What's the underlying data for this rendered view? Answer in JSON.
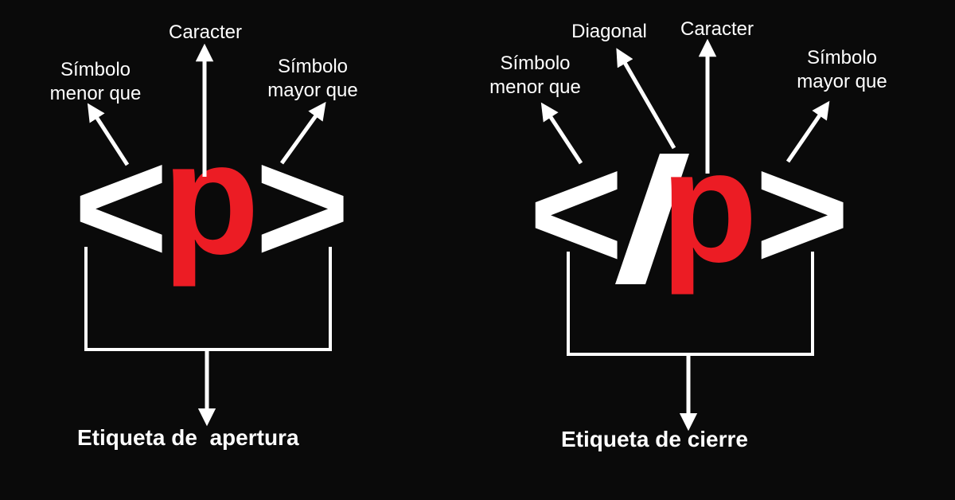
{
  "colors": {
    "background": "#0a0a0a",
    "foreground": "#ffffff",
    "accent": "#ec1c24"
  },
  "opening_tag": {
    "less_than": "<",
    "character": "p",
    "greater_than": ">",
    "label_less_than": "Símbolo menor que",
    "label_character": "Caracter",
    "label_greater_than": "Símbolo mayor que",
    "caption": "Etiqueta de  apertura"
  },
  "closing_tag": {
    "less_than": "<",
    "slash": "/",
    "character": "p",
    "greater_than": ">",
    "label_less_than": "Símbolo menor que",
    "label_slash": "Diagonal",
    "label_character": "Caracter",
    "label_greater_than": "Símbolo mayor que",
    "caption": "Etiqueta de cierre"
  }
}
